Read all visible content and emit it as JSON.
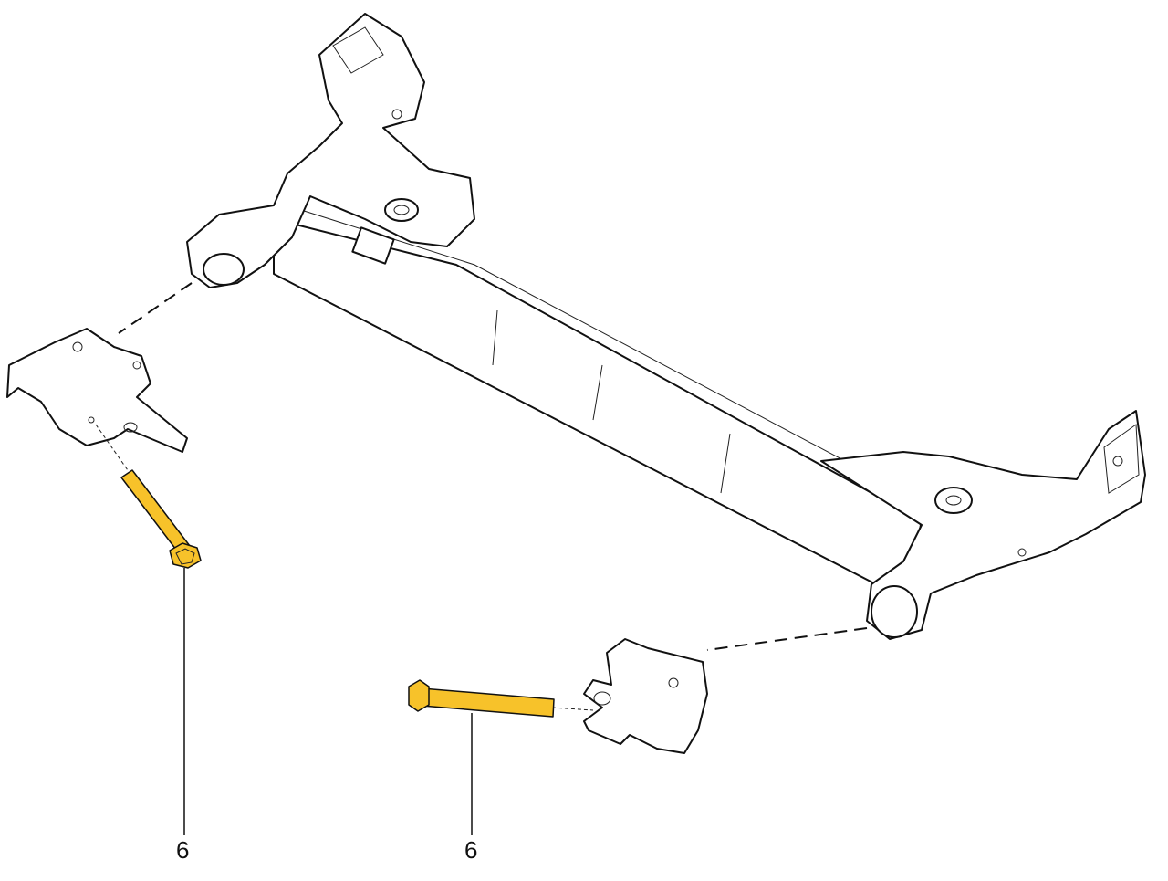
{
  "diagram": {
    "callouts": [
      {
        "label": "6",
        "part": "bolt-left"
      },
      {
        "label": "6",
        "part": "bolt-right"
      }
    ],
    "bolt_color": "#f7c22a"
  }
}
